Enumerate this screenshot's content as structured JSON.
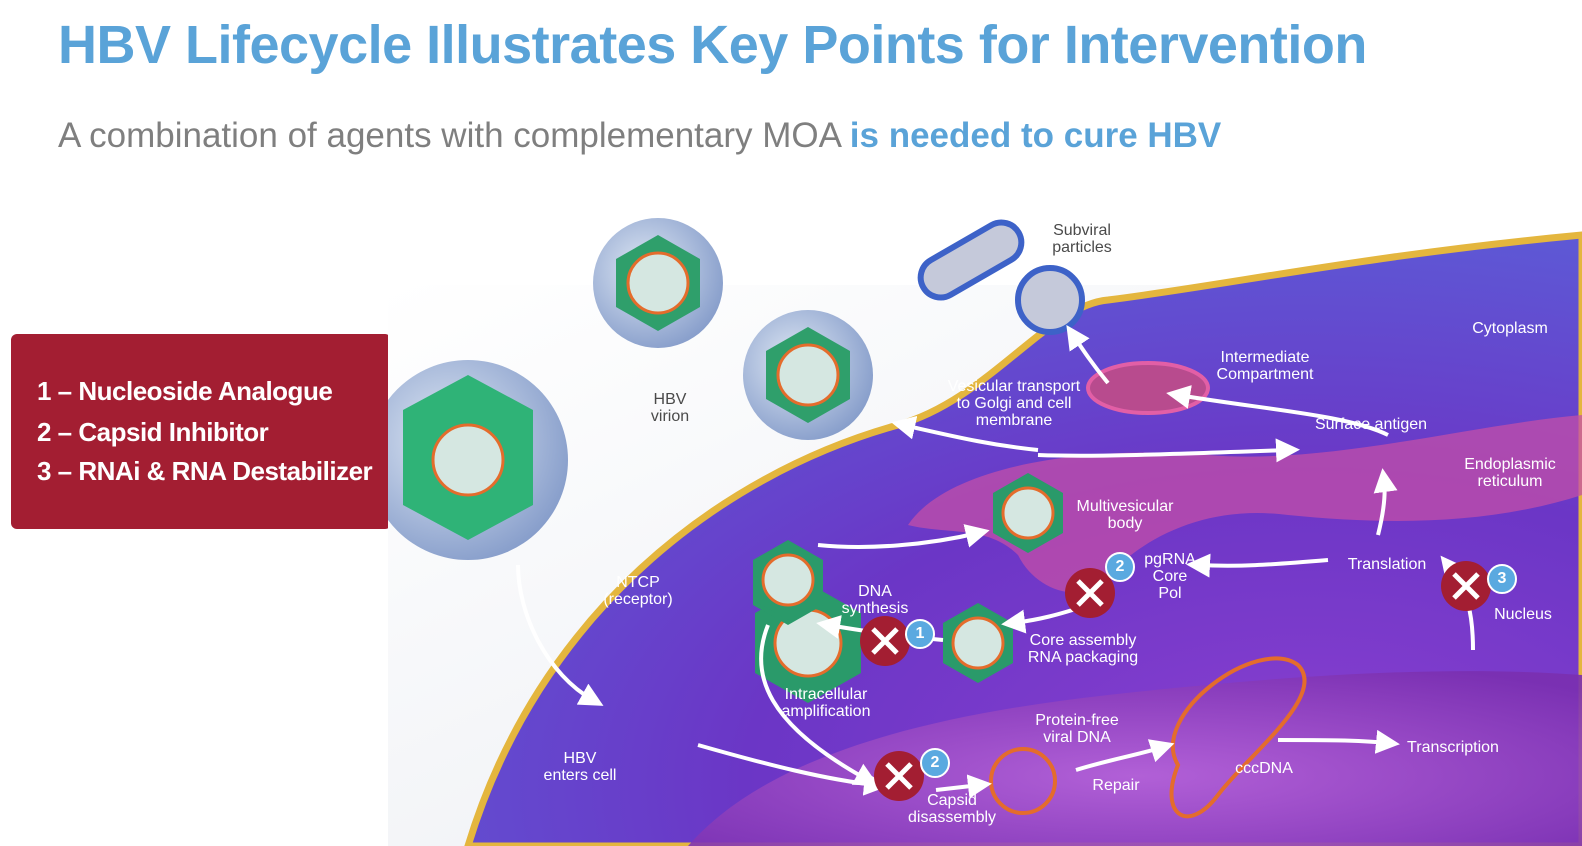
{
  "title": "HBV Lifecycle Illustrates Key Points for Intervention",
  "subtitle": {
    "plain": "A combination of agents with complementary MOA",
    "emphasis": "is needed to cure HBV"
  },
  "legend": {
    "item1": "1 – Nucleoside Analogue",
    "item2": "2 – Capsid Inhibitor",
    "item3": "3 – RNAi & RNA Destabilizer"
  },
  "colors": {
    "title_blue": "#5aa3d8",
    "legend_red": "#a31e32",
    "badge_blue": "#5aa9e0",
    "block_red": "#a31e32",
    "cytoplasm_purple": "#6a2bb5"
  },
  "diagram": {
    "labels": {
      "subviral": "Subviral\nparticles",
      "hbv_virion": "HBV\nvirion",
      "cytoplasm": "Cytoplasm",
      "intermediate": "Intermediate\nCompartment",
      "vesicular": "Vesicular transport\nto Golgi and cell\nmembrane",
      "surface_antigen": "Surface antigen",
      "er": "Endoplasmic\nreticulum",
      "multivesicular": "Multivesicular\nbody",
      "pgrna": "pgRNA\nCore\nPol",
      "translation": "Translation",
      "nucleus": "Nucleus",
      "ntcp": "NTCP\n(receptor)",
      "dna_synthesis": "DNA\nsynthesis",
      "core_assembly": "Core assembly\nRNA packaging",
      "intracellular": "Intracellular\namplification",
      "protein_free": "Protein-free\nviral DNA",
      "hbv_enters": "HBV\nenters cell",
      "repair": "Repair",
      "cccdna": "cccDNA",
      "transcription": "Transcription",
      "capsid_dis": "Capsid\ndisassembly"
    },
    "badges": {
      "b_dna": "1",
      "b_pgrna": "2",
      "b_nucleus": "3",
      "b_capsid": "2"
    }
  }
}
